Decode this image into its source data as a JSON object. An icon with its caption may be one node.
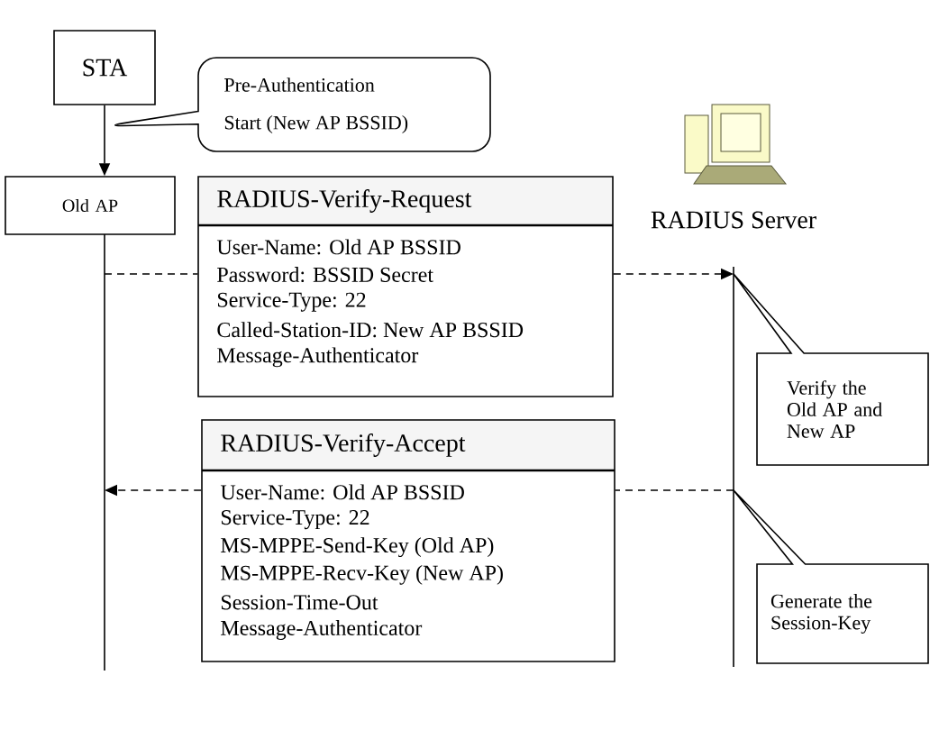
{
  "diagram": {
    "nodes": [
      {
        "text": [
          "STA"
        ]
      },
      {
        "text": [
          "Pre-Authentication",
          "Start (New AP BSSID)"
        ]
      },
      {
        "text": [
          "Old AP"
        ]
      },
      {
        "text": [
          "RADIUS-Verify-Request",
          "User-Name: Old AP BSSID",
          "Password: BSSID Secret",
          "Service-Type: 22",
          "Called-Station-ID: New AP BSSID",
          "Message-Authenticator"
        ]
      },
      {
        "text": [
          "RADIUS Server"
        ]
      },
      {
        "text": [
          "RADIUS-Verify-Accept",
          "User-Name: Old AP BSSID",
          "Service-Type: 22",
          "MS-MPPE-Send-Key (Old AP)",
          "MS-MPPE-Recv-Key (New AP)",
          "Session-Time-Out",
          "Message-Authenticator"
        ]
      },
      {
        "text": [
          "Verify the Old AP and New AP"
        ]
      },
      {
        "text": [
          "Generate the Session-Key"
        ]
      }
    ],
    "edges": [
      {
        "from": 0,
        "to": 2,
        "arrow": "to"
      },
      {
        "from": 2,
        "to": 3,
        "arrow": "none",
        "style": "dashed"
      },
      {
        "from": 3,
        "to": 4,
        "arrow": "to",
        "style": "dashed"
      },
      {
        "from": 4,
        "to": 5,
        "arrow": "none",
        "style": "dashed"
      },
      {
        "from": 5,
        "to": 2,
        "arrow": "to",
        "style": "dashed"
      }
    ]
  }
}
